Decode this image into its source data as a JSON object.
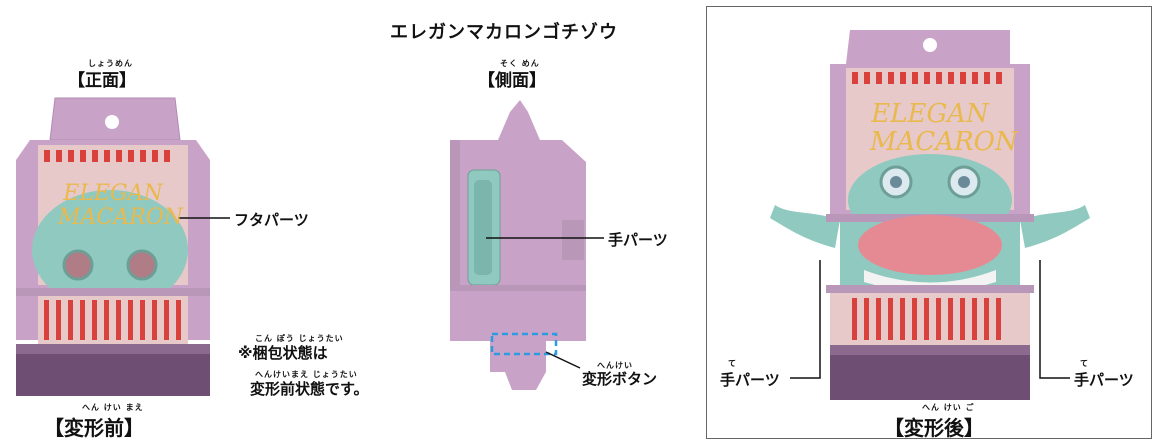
{
  "title": "エレガンマカロンゴチゾウ",
  "front": {
    "ruby": "しょうめん",
    "label": "【正面】",
    "logo_line1": "ELEGAN",
    "logo_line2": "MACARON",
    "callout_lid": "フタパーツ",
    "note_ruby1": "こん ぽう じょうたい",
    "note_line1": "※梱包状態は",
    "note_ruby2": "へんけいまえ じょうたい",
    "note_line2": "変形前状態です。",
    "bottom_ruby": "へん けい まえ",
    "bottom_label": "【変形前】"
  },
  "side": {
    "ruby": "そく めん",
    "label": "【側面】",
    "callout_hand": "手パーツ",
    "callout_button_ruby": "へんけい",
    "callout_button": "変形ボタン"
  },
  "after": {
    "logo_line1": "ELEGAN",
    "logo_line2": "MACARON",
    "left_ruby": "て",
    "left_callout": "手パーツ",
    "right_ruby": "て",
    "right_callout": "手パーツ",
    "bottom_ruby": "へん けい ご",
    "bottom_label": "【変形後】"
  },
  "colors": {
    "box_pink": "#c9a3c7",
    "box_dark": "#6e4f73",
    "mint": "#8fc9bf",
    "stripe_red": "#d8413c",
    "highlight_blue": "#2c9be0"
  }
}
